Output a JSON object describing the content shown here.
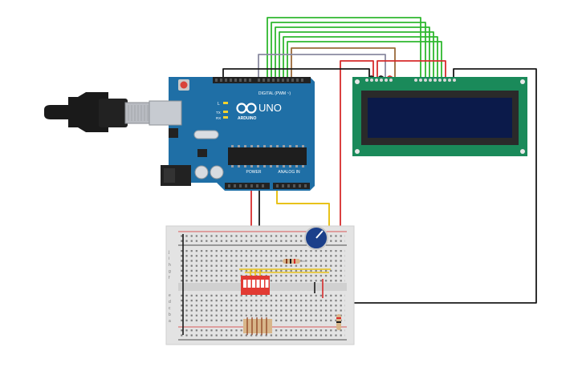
{
  "arduino": {
    "model_label": "UNO",
    "brand_label": "ARDUINO",
    "digital_header_label": "DIGITAL (PWM ~)",
    "power_label": "POWER",
    "analog_label": "ANALOG IN",
    "led_l_label": "L",
    "led_tx_label": "TX",
    "led_rx_label": "RX",
    "board_color": "#1f6fa6",
    "icon": "arduino-infinity-logo"
  },
  "usb_cable": {
    "icon": "usb-plug-icon"
  },
  "lcd": {
    "board_color": "#1a8a5a",
    "screen_color": "#0b1a4a"
  },
  "breadboard": {
    "row_letters_left": [
      "j",
      "i",
      "h",
      "g",
      "f",
      "e",
      "d",
      "c",
      "b",
      "a"
    ]
  },
  "dip_switch": {
    "color": "#e23a33",
    "count": 6
  },
  "potentiometer": {
    "color": "#1b3f8a"
  },
  "wire_colors": {
    "green": "#2fb82f",
    "red": "#d62b2b",
    "black": "#1a1a1a",
    "yellow": "#e8c21a",
    "brown": "#9a6a3a",
    "grey": "#8a8aa0"
  }
}
